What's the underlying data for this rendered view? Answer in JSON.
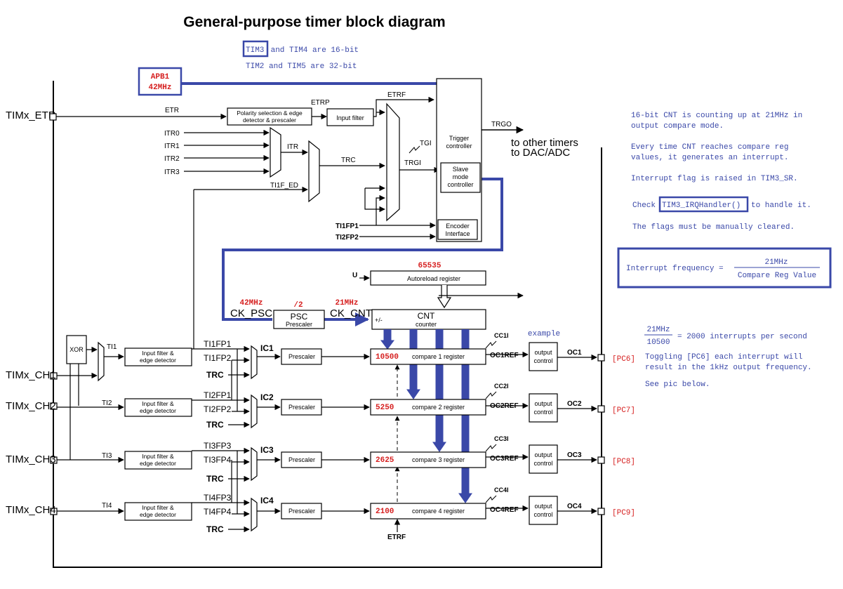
{
  "title": "General-purpose timer block diagram",
  "notes": {
    "bits_line1_box": "TIM3",
    "bits_line1_rest": " and TIM4 are 16-bit",
    "bits_line2": "TIM2 and TIM5 are 32-bit",
    "right1_a": "16-bit CNT is counting up at 21MHz in",
    "right1_b": "output compare mode.",
    "right2_a": "Every time CNT reaches compare reg",
    "right2_b": "values, it generates an interrupt.",
    "right3": "Interrupt flag is raised in TIM3_SR.",
    "check_pre": "Check",
    "check_box": "TIM3_IRQHandler()",
    "check_post": "to handle it.",
    "flags": "The flags must be manually cleared.",
    "formula_label": "Interrupt frequency =",
    "formula_num": "21MHz",
    "formula_den": "Compare Reg Value",
    "calc_num": "21MHz",
    "calc_den": "10500",
    "calc_result": "= 2000 interrupts per second",
    "toggle_a": "Toggling [PC6] each interrupt will",
    "toggle_b": "result in the 1kHz output frequency.",
    "see_pic": "See pic below.",
    "example": "example"
  },
  "clock": {
    "apb_line1": "APB1",
    "apb_line2": "42MHz",
    "psc_in": "42MHz",
    "psc_div": "/2",
    "cnt_in": "21MHz",
    "arr_value": "65535"
  },
  "inputs": {
    "etr_pin": "TIMx_ETR",
    "ch1": "TIMx_CH1",
    "ch2": "TIMx_CH2",
    "ch3": "TIMx_CH3",
    "ch4": "TIMx_CH4"
  },
  "signals": {
    "etr": "ETR",
    "etrp": "ETRP",
    "etrf": "ETRF",
    "etrf_bottom": "ETRF",
    "itr0": "ITR0",
    "itr1": "ITR1",
    "itr2": "ITR2",
    "itr3": "ITR3",
    "itr": "ITR",
    "trc": "TRC",
    "trgi": "TRGI",
    "tgi": "TGI",
    "trgo": "TRGO",
    "ti1f_ed": "TI1F_ED",
    "ti1fp1_mid": "TI1FP1",
    "ti2fp2_mid": "TI2FP2",
    "to_other1": "to other timers",
    "to_other2": "to DAC/ADC",
    "ck_psc": "CK_PSC",
    "ck_cnt": "CK_CNT",
    "u": "U",
    "xor": "XOR",
    "ti1": "TI1",
    "ti2": "TI2",
    "ti3": "TI3",
    "ti4": "TI4"
  },
  "blocks": {
    "polarity1": "Polarity selection & edge",
    "polarity2": "detector & prescaler",
    "input_filter": "Input filter",
    "trigger1": "Trigger",
    "trigger2": "controller",
    "slave1": "Slave",
    "slave2": "mode",
    "slave3": "controller",
    "encoder1": "Encoder",
    "encoder2": "Interface",
    "autoreload": "Autoreload register",
    "psc_label": "PSC",
    "psc_sub": "Prescaler",
    "cnt_label": "CNT",
    "cnt_sub": "counter",
    "cnt_pm": "+/-",
    "filter1": "Input filter &",
    "filter2": "edge detector",
    "prescaler": "Prescaler",
    "out_ctrl1": "output",
    "out_ctrl2": "control"
  },
  "channels": [
    {
      "fp_a": "TI1FP1",
      "fp_b": "TI1FP2",
      "trc": "TRC",
      "ic": "IC1",
      "ccr": "10500",
      "ccr_name": "compare 1 register",
      "cci": "CC1I",
      "ocref": "OC1REF",
      "oc": "OC1",
      "pin": "[PC6]"
    },
    {
      "fp_a": "TI2FP1",
      "fp_b": "TI2FP2",
      "trc": "TRC",
      "ic": "IC2",
      "ccr": "5250",
      "ccr_name": "compare 2 register",
      "cci": "CC2I",
      "ocref": "OC2REF",
      "oc": "OC2",
      "pin": "[PC7]"
    },
    {
      "fp_a": "TI3FP3",
      "fp_b": "TI3FP4",
      "trc": "TRC",
      "ic": "IC3",
      "ccr": "2625",
      "ccr_name": "compare 3 register",
      "cci": "CC3I",
      "ocref": "OC3REF",
      "oc": "OC3",
      "pin": "[PC8]"
    },
    {
      "fp_a": "TI4FP3",
      "fp_b": "TI4FP4",
      "trc": "TRC",
      "ic": "IC4",
      "ccr": "2100",
      "ccr_name": "compare 4 register",
      "cci": "CC4I",
      "ocref": "OC4REF",
      "oc": "OC4",
      "pin": "[PC9]"
    }
  ],
  "colors": {
    "annotation_blue": "#3a48a8",
    "highlight_red": "#d62020",
    "diagram_black": "#000000"
  }
}
